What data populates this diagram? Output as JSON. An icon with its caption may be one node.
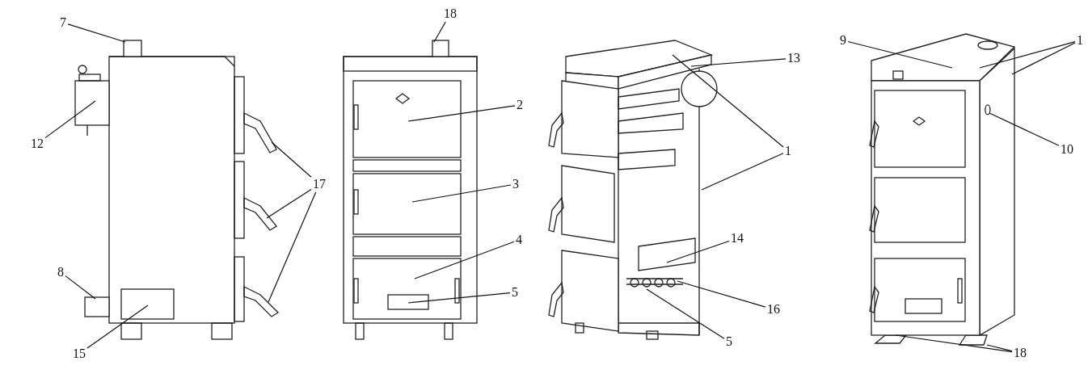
{
  "diagram": {
    "nodes": [
      {
        "text": [
          "7"
        ]
      },
      {
        "text": [
          "12"
        ]
      },
      {
        "text": [
          "17"
        ]
      },
      {
        "text": [
          "8"
        ]
      },
      {
        "text": [
          "15"
        ]
      },
      {
        "text": [
          "18"
        ]
      },
      {
        "text": [
          "2"
        ]
      },
      {
        "text": [
          "3"
        ]
      },
      {
        "text": [
          "4"
        ]
      },
      {
        "text": [
          "5"
        ]
      },
      {
        "text": [
          "13"
        ]
      },
      {
        "text": [
          "1"
        ]
      },
      {
        "text": [
          "14"
        ]
      },
      {
        "text": [
          "16"
        ]
      },
      {
        "text": [
          "5"
        ]
      },
      {
        "text": [
          "9"
        ]
      },
      {
        "text": [
          "1"
        ]
      },
      {
        "text": [
          "10"
        ]
      },
      {
        "text": [
          "18"
        ]
      },
      {
        "text": [],
        "shape": "box"
      },
      {
        "text": [],
        "shape": "box"
      },
      {
        "text": [],
        "shape": "circle",
        "in": 20
      },
      {
        "text": [],
        "shape": "box"
      },
      {
        "text": [],
        "shape": "box"
      }
    ],
    "edges": [
      {
        "from": 0,
        "to": null,
        "arrow": "none"
      },
      {
        "from": 1,
        "to": null,
        "arrow": "none"
      },
      {
        "from": 2,
        "to": null,
        "arrow": "none"
      },
      {
        "from": 2,
        "to": null,
        "arrow": "none"
      },
      {
        "from": 2,
        "to": null,
        "arrow": "none"
      },
      {
        "from": 3,
        "to": null,
        "arrow": "none"
      },
      {
        "from": 4,
        "to": null,
        "arrow": "none"
      },
      {
        "from": 5,
        "to": null,
        "arrow": "none"
      },
      {
        "from": 6,
        "to": null,
        "arrow": "none"
      },
      {
        "from": 7,
        "to": null,
        "arrow": "none"
      },
      {
        "from": 8,
        "to": null,
        "arrow": "none"
      },
      {
        "from": 9,
        "to": null,
        "arrow": "none"
      },
      {
        "from": 10,
        "to": null,
        "arrow": "none"
      },
      {
        "from": 11,
        "to": null,
        "arrow": "none"
      },
      {
        "from": 11,
        "to": null,
        "arrow": "none"
      },
      {
        "from": 12,
        "to": null,
        "arrow": "none"
      },
      {
        "from": 13,
        "to": null,
        "arrow": "none"
      },
      {
        "from": 14,
        "to": null,
        "arrow": "none"
      },
      {
        "from": 15,
        "to": 19,
        "arrow": "none"
      },
      {
        "from": 16,
        "to": 19,
        "arrow": "none"
      },
      {
        "from": 16,
        "to": 20,
        "arrow": "none"
      },
      {
        "from": 17,
        "to": 21,
        "arrow": "none"
      },
      {
        "from": 18,
        "to": 22,
        "arrow": "none"
      },
      {
        "from": 18,
        "to": 23,
        "arrow": "none"
      }
    ]
  }
}
